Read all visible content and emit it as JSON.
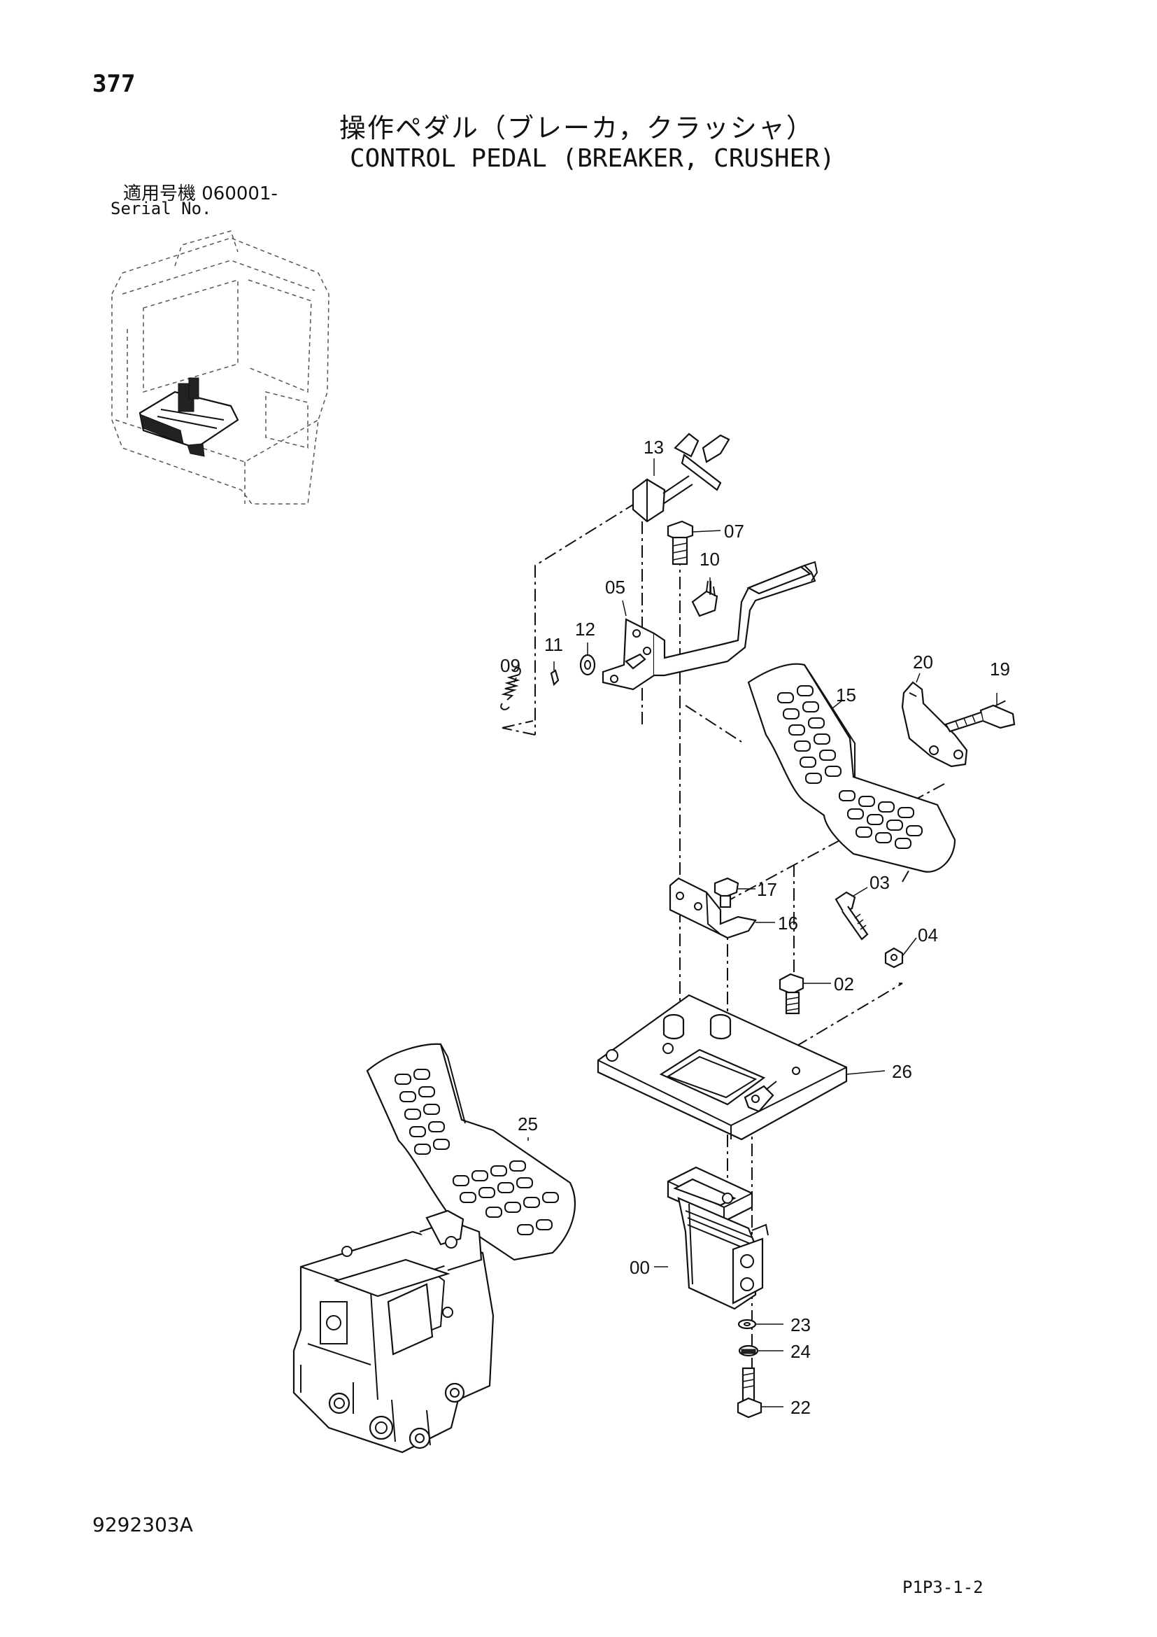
{
  "header": {
    "page_number": "377",
    "title_jp": "操作ペダル（ブレーカ，クラッシャ）",
    "title_en": "CONTROL PEDAL (BREAKER, CRUSHER)",
    "serial_jp": "適用号機  060001-",
    "serial_en": "Serial No."
  },
  "callouts": {
    "p00": "00",
    "p02": "02",
    "p03": "03",
    "p04": "04",
    "p05": "05",
    "p07": "07",
    "p09": "09",
    "p10": "10",
    "p11": "11",
    "p12": "12",
    "p13": "13",
    "p15": "15",
    "p16": "16",
    "p17": "17",
    "p19": "19",
    "p20": "20",
    "p22": "22",
    "p23": "23",
    "p24": "24",
    "p25": "25",
    "p26": "26"
  },
  "footer": {
    "doc_number": "9292303A",
    "page_code": "P1P3-1-2"
  }
}
